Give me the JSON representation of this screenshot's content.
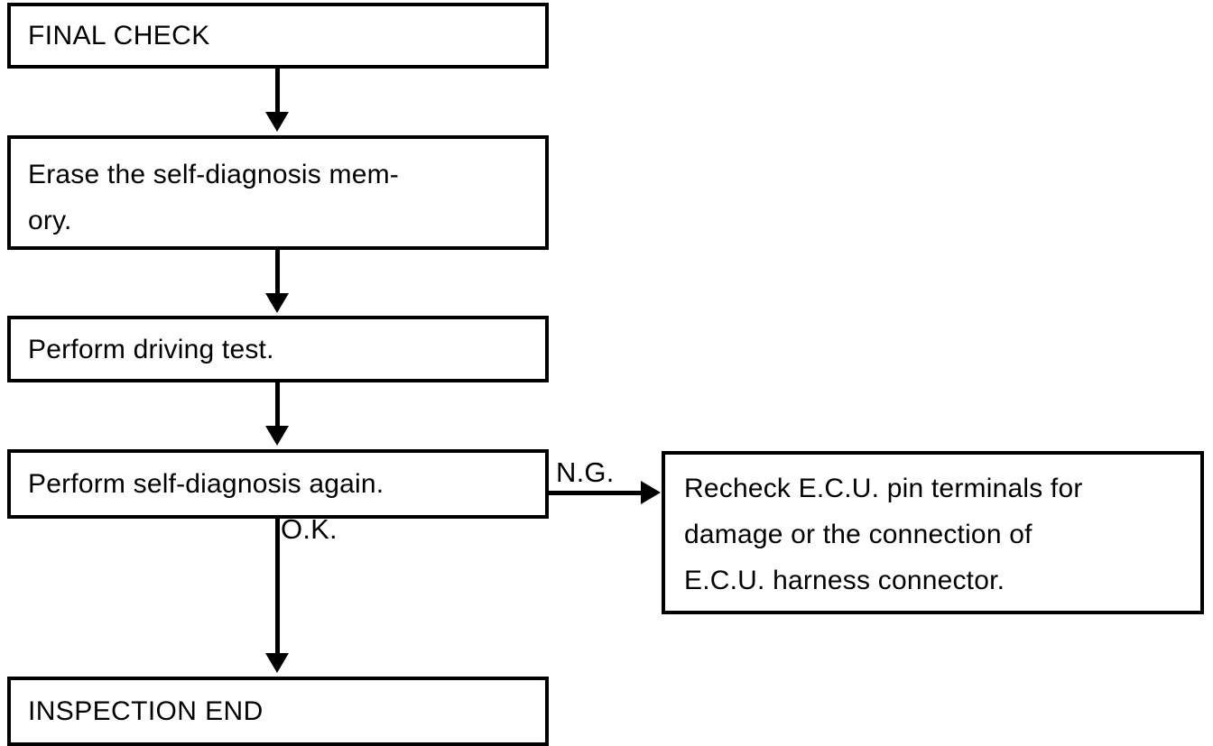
{
  "diagram": {
    "title": "FINAL CHECK",
    "nodes": [
      {
        "id": "final-check",
        "label": "FINAL CHECK"
      },
      {
        "id": "erase-memory",
        "label": "Erase the self-diagnosis mem-\nory."
      },
      {
        "id": "driving-test",
        "label": "Perform driving test."
      },
      {
        "id": "self-diag",
        "label": "Perform self-diagnosis again."
      },
      {
        "id": "inspect-end",
        "label": "INSPECTION END"
      },
      {
        "id": "recheck-ecu",
        "label": "Recheck E.C.U. pin terminals for\ndamage or the connection of\nE.C.U. harness connector."
      }
    ],
    "edge_labels": {
      "ng": "N.G.",
      "ok": "O.K."
    },
    "colors": {
      "stroke": "#000000",
      "background": "#ffffff",
      "text": "#000000"
    }
  }
}
